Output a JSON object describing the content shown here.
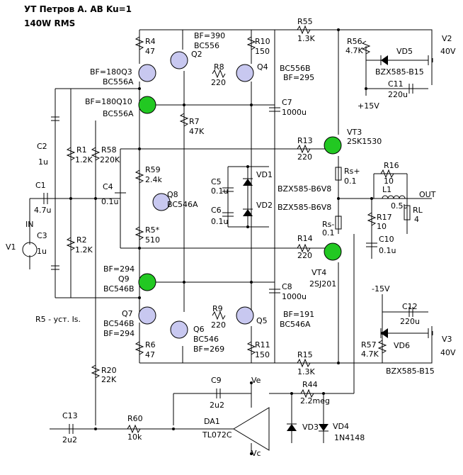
{
  "title": {
    "line1": "УТ Петров А. AB Ku=1",
    "line2": "140W RMS"
  },
  "parts": {
    "R4": {
      "ref": "R4",
      "value": "47"
    },
    "Q3": {
      "ref": "BF=180Q3",
      "type": "BC556A"
    },
    "Q2": {
      "ref": "Q2",
      "type": "BC556",
      "bf": "BF=390"
    },
    "R8": {
      "ref": "R8",
      "value": "220"
    },
    "Q4": {
      "ref": "Q4",
      "type": "BC556B",
      "bf": "BF=295"
    },
    "R10": {
      "ref": "R10",
      "value": "150"
    },
    "R55": {
      "ref": "R55",
      "value": "1.3K"
    },
    "R56": {
      "ref": "R56",
      "value": "4.7K"
    },
    "VD5": {
      "ref": "VD5",
      "type": "BZX585-B15"
    },
    "V2": {
      "ref": "V2",
      "value": "40V"
    },
    "C11": {
      "ref": "C11",
      "value": "220u"
    },
    "plus15": "+15V",
    "Q10": {
      "ref": "BF=180Q10",
      "type": "BC556A"
    },
    "C7": {
      "ref": "C7",
      "value": "1000u"
    },
    "R7": {
      "ref": "R7",
      "value": "47K"
    },
    "C2": {
      "ref": "C2",
      "value": "1u"
    },
    "R1": {
      "ref": "R1",
      "value": "1.2K"
    },
    "R58": {
      "ref": "R58",
      "value": "220K"
    },
    "R59": {
      "ref": "R59",
      "value": "2.4k"
    },
    "VT3": {
      "ref": "VT3",
      "type": "2SK1530"
    },
    "R13": {
      "ref": "R13",
      "value": "220"
    },
    "Rsp": {
      "ref": "Rs+",
      "value": "0.1"
    },
    "C5": {
      "ref": "C5",
      "value": "0.1u"
    },
    "VD1": {
      "ref": "VD1"
    },
    "R16": {
      "ref": "R16",
      "value": "10"
    },
    "L1": {
      "ref": "L1",
      "value": "0.5u"
    },
    "out": "OUT",
    "C1": {
      "ref": "C1",
      "value": "4.7u"
    },
    "C4": {
      "ref": "C4",
      "value": "0.1u"
    },
    "Q8": {
      "ref": "Q8",
      "type": "BC546A"
    },
    "vd1type": "BZX585-B6V8",
    "vd2type": "BZX585-B6V8",
    "R17": {
      "ref": "R17",
      "value": "10"
    },
    "RL": {
      "ref": "RL",
      "value": "4"
    },
    "C6": {
      "ref": "C6",
      "value": "0.1u"
    },
    "VD2": {
      "ref": "VD2"
    },
    "Rsm": {
      "ref": "Rs-",
      "value": "0.1"
    },
    "IN": "IN",
    "V1": "V1",
    "C3": {
      "ref": "C3",
      "value": "1u"
    },
    "R2": {
      "ref": "R2",
      "value": "1.2K"
    },
    "R5": {
      "ref": "R5*",
      "value": "510"
    },
    "R14": {
      "ref": "R14",
      "value": "220"
    },
    "C10": {
      "ref": "C10",
      "value": "0.1u"
    },
    "VT4": {
      "ref": "VT4",
      "type": "2SJ201"
    },
    "Q9": {
      "ref": "Q9",
      "type": "BC546B",
      "bf": "BF=294"
    },
    "C8": {
      "ref": "C8",
      "value": "1000u"
    },
    "minus15": "-15V",
    "C12": {
      "ref": "C12",
      "value": "220u"
    },
    "R5note": "R5 - уст. Is.",
    "Q7": {
      "ref": "Q7",
      "type": "BC546B",
      "bf": "BF=294"
    },
    "R9": {
      "ref": "R9",
      "value": "220"
    },
    "Q5": {
      "ref": "Q5",
      "type": "BC546A",
      "bf": "BF=191"
    },
    "Q6": {
      "ref": "Q6",
      "type": "BC546",
      "bf": "BF=269"
    },
    "R6": {
      "ref": "R6",
      "value": "47"
    },
    "R11": {
      "ref": "R11",
      "value": "150"
    },
    "R15": {
      "ref": "R15",
      "value": "1.3K"
    },
    "R57": {
      "ref": "R57",
      "value": "4.7K"
    },
    "VD6": {
      "ref": "VD6",
      "type": "BZX585-B15"
    },
    "V3": {
      "ref": "V3",
      "value": "40V"
    },
    "R20": {
      "ref": "R20",
      "value": "22K"
    },
    "C9": {
      "ref": "C9",
      "value": "2u2"
    },
    "R44": {
      "ref": "R44",
      "value": "2.2meg"
    },
    "Ve": "Ve",
    "Vc": "Vc",
    "C13": {
      "ref": "C13",
      "value": "2u2"
    },
    "R60": {
      "ref": "R60",
      "value": "10k"
    },
    "DA1": {
      "ref": "DA1",
      "type": "TL072C"
    },
    "VD3": {
      "ref": "VD3"
    },
    "VD4": {
      "ref": "VD4",
      "type": "1N4148"
    }
  },
  "colors": {
    "wire": "#000000",
    "transistor_fill": "#c8c8f0",
    "selected_fill": "#22c822"
  }
}
